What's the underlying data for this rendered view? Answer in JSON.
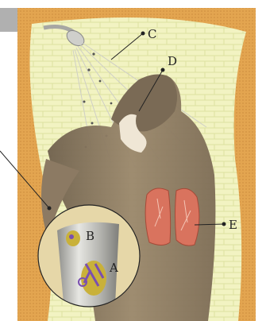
{
  "labels": {
    "a": "A",
    "b": "B",
    "c": "C",
    "d": "D",
    "e": "E"
  },
  "colors": {
    "wall_orange": "#E3A550",
    "tile_cream": "#F2F3C2",
    "grout": "#DCE0A0",
    "skin": "#8C7A63",
    "lung": "#D9735E",
    "pipe_silver": "#B8B8B4",
    "mold_yellow": "#C9B13A",
    "mold_purple": "#7A4FB0"
  }
}
